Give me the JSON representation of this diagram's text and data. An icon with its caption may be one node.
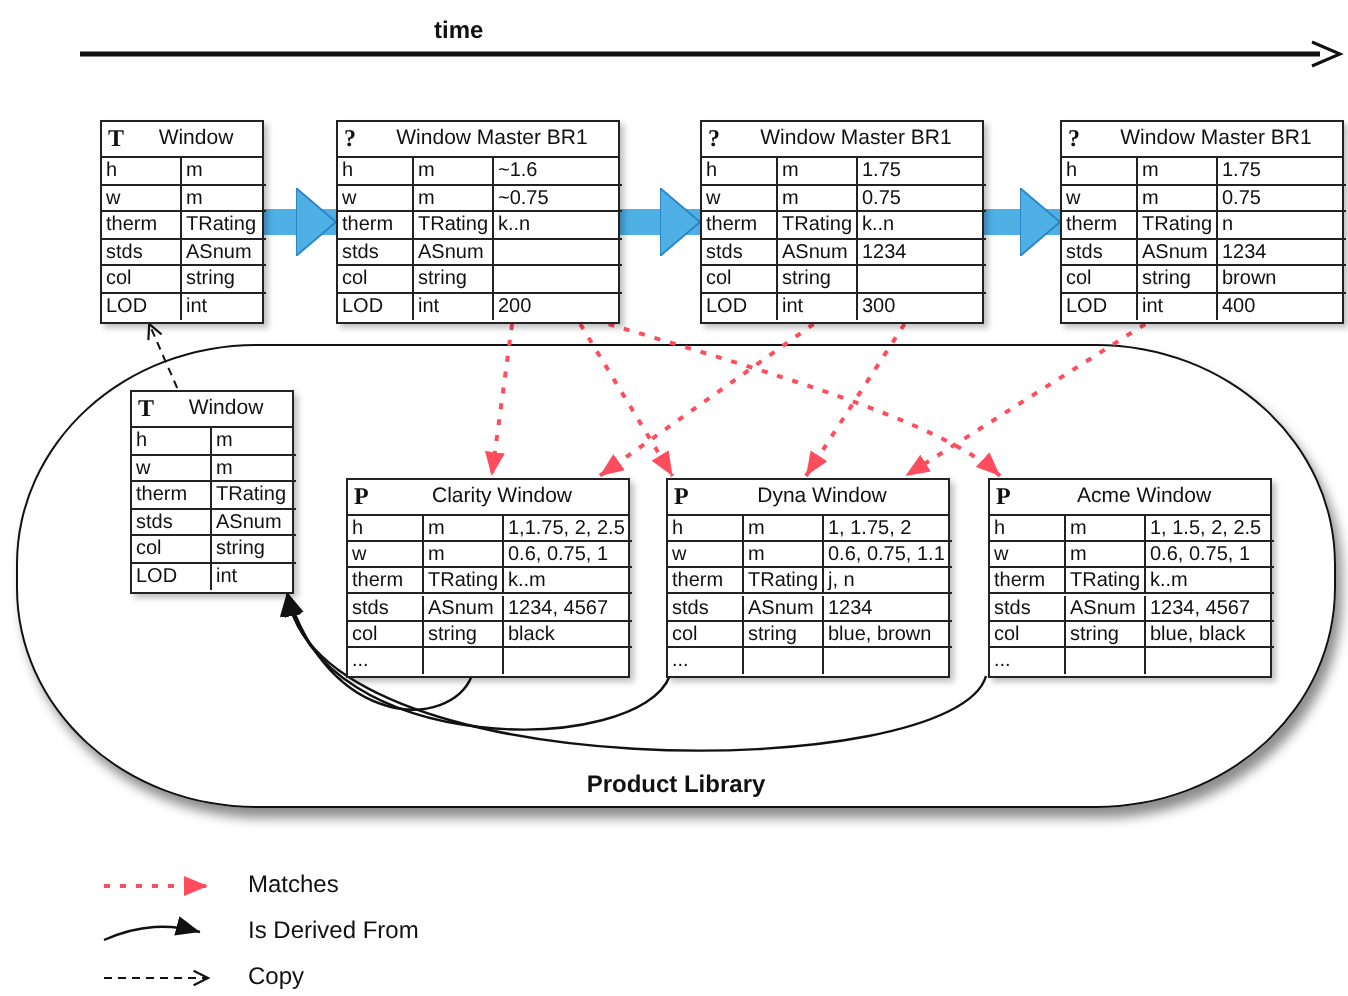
{
  "diagram": {
    "nodes": [
      {
        "text": [
          "T",
          "Window",
          "h",
          "m",
          "w",
          "m",
          "therm",
          "TRating",
          "stds",
          "ASnum",
          "col",
          "string",
          "LOD",
          "int"
        ]
      },
      {
        "text": [
          "?",
          "Window Master BR1",
          "h",
          "m",
          "~1.6",
          "w",
          "m",
          "~0.75",
          "therm",
          "TRating",
          "k..n",
          "stds",
          "ASnum",
          "col",
          "string",
          "LOD",
          "int",
          "200"
        ]
      },
      {
        "text": [
          "?",
          "Window Master BR1",
          "h",
          "m",
          "1.75",
          "w",
          "m",
          "0.75",
          "therm",
          "TRating",
          "k..n",
          "stds",
          "ASnum",
          "1234",
          "col",
          "string",
          "LOD",
          "int",
          "300"
        ]
      },
      {
        "text": [
          "?",
          "Window Master BR1",
          "h",
          "m",
          "1.75",
          "w",
          "m",
          "0.75",
          "therm",
          "TRating",
          "n",
          "stds",
          "ASnum",
          "1234",
          "col",
          "string",
          "brown",
          "LOD",
          "int",
          "400"
        ]
      },
      {
        "text": [
          "Product Library"
        ]
      },
      {
        "text": [
          "T",
          "Window",
          "h",
          "m",
          "w",
          "m",
          "therm",
          "TRating",
          "stds",
          "ASnum",
          "col",
          "string",
          "LOD",
          "int"
        ],
        "in": 4
      },
      {
        "text": [
          "P",
          "Clarity Window",
          "h",
          "m",
          "1,1.75, 2, 2.5",
          "w",
          "m",
          "0.6, 0.75, 1",
          "therm",
          "TRating",
          "k..m",
          "stds",
          "ASnum",
          "1234, 4567",
          "col",
          "string",
          "black",
          "..."
        ],
        "in": 4
      },
      {
        "text": [
          "P",
          "Dyna Window",
          "h",
          "m",
          "1, 1.75, 2",
          "w",
          "m",
          "0.6, 0.75, 1.1",
          "therm",
          "TRating",
          "j, n",
          "stds",
          "ASnum",
          "1234",
          "col",
          "string",
          "blue, brown",
          "..."
        ],
        "in": 4
      },
      {
        "text": [
          "P",
          "Acme Window",
          "h",
          "m",
          "1, 1.5, 2, 2.5",
          "w",
          "m",
          "0.6, 0.75, 1",
          "therm",
          "TRating",
          "k..m",
          "stds",
          "ASnum",
          "1234, 4567",
          "col",
          "string",
          "blue, black",
          "..."
        ],
        "in": 4
      }
    ],
    "edges": [
      {
        "from": 0,
        "to": 1,
        "arrow": "to",
        "style": "thick",
        "color": "#4fb0e6"
      },
      {
        "from": 1,
        "to": 2,
        "arrow": "to",
        "style": "thick",
        "color": "#4fb0e6"
      },
      {
        "from": 2,
        "to": 3,
        "arrow": "to",
        "style": "thick",
        "color": "#4fb0e6"
      },
      {
        "from": 5,
        "to": 0,
        "arrow": "to",
        "style": "dashed",
        "color": "#111111"
      },
      {
        "from": 1,
        "to": 6,
        "arrow": "to",
        "style": "dashed",
        "color": "#ff4d5e"
      },
      {
        "from": 1,
        "to": 7,
        "arrow": "to",
        "style": "dashed",
        "color": "#ff4d5e"
      },
      {
        "from": 1,
        "to": 8,
        "arrow": "to",
        "style": "dashed",
        "color": "#ff4d5e"
      },
      {
        "from": 2,
        "to": 6,
        "arrow": "to",
        "style": "dashed",
        "color": "#ff4d5e"
      },
      {
        "from": 2,
        "to": 7,
        "arrow": "to",
        "style": "dashed",
        "color": "#ff4d5e"
      },
      {
        "from": 3,
        "to": 7,
        "arrow": "to",
        "style": "dashed",
        "color": "#ff4d5e"
      },
      {
        "from": 6,
        "to": 5,
        "arrow": "to",
        "color": "#111111"
      },
      {
        "from": 7,
        "to": 5,
        "arrow": "to",
        "color": "#111111"
      },
      {
        "from": 8,
        "to": 5,
        "arrow": "to",
        "color": "#111111"
      }
    ],
    "labels": [
      "time"
    ],
    "legend": [
      {
        "text": "Matches"
      },
      {
        "text": "Is Derived From"
      },
      {
        "text": "Copy"
      }
    ]
  }
}
